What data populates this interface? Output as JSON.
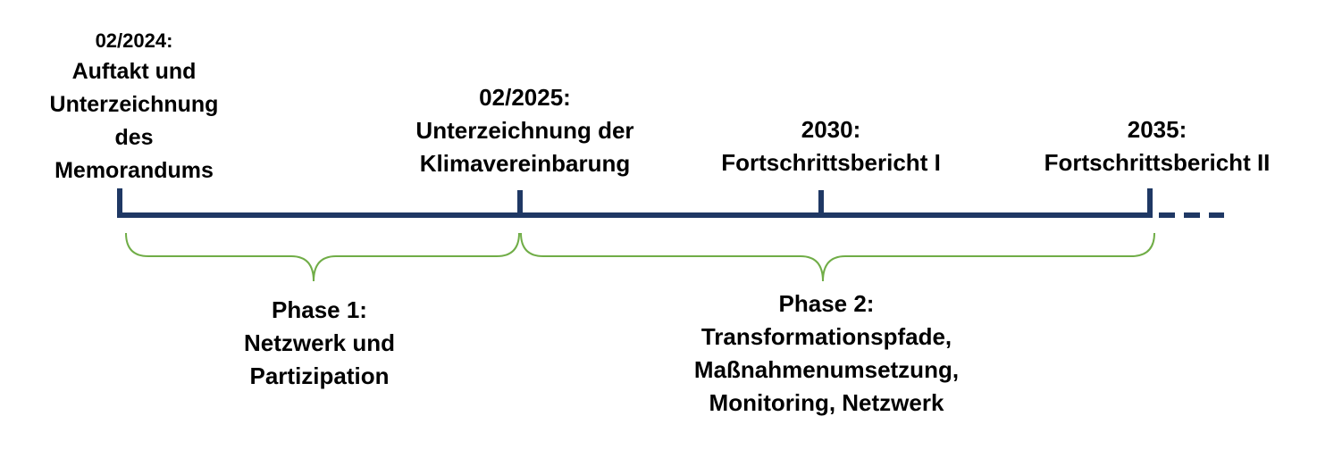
{
  "milestones": [
    {
      "date": "02/2024:",
      "lines": [
        "Auftakt und",
        "Unterzeichnung",
        "des",
        "Memorandums"
      ]
    },
    {
      "date": "02/2025:",
      "lines": [
        "Unterzeichnung der",
        "Klimavereinbarung"
      ]
    },
    {
      "date": "2030:",
      "lines": [
        "Fortschrittsbericht I"
      ]
    },
    {
      "date": "2035:",
      "lines": [
        "Fortschrittsbericht II"
      ]
    }
  ],
  "phases": [
    {
      "title": "Phase 1:",
      "lines": [
        "Netzwerk und",
        "Partizipation"
      ]
    },
    {
      "title": "Phase 2:",
      "lines": [
        "Transformationspfade,",
        "Maßnahmenumsetzung,",
        "Monitoring, Netzwerk"
      ]
    }
  ],
  "colors": {
    "timeline": "#1f3864",
    "brace": "#70ad47",
    "text": "#000000"
  }
}
